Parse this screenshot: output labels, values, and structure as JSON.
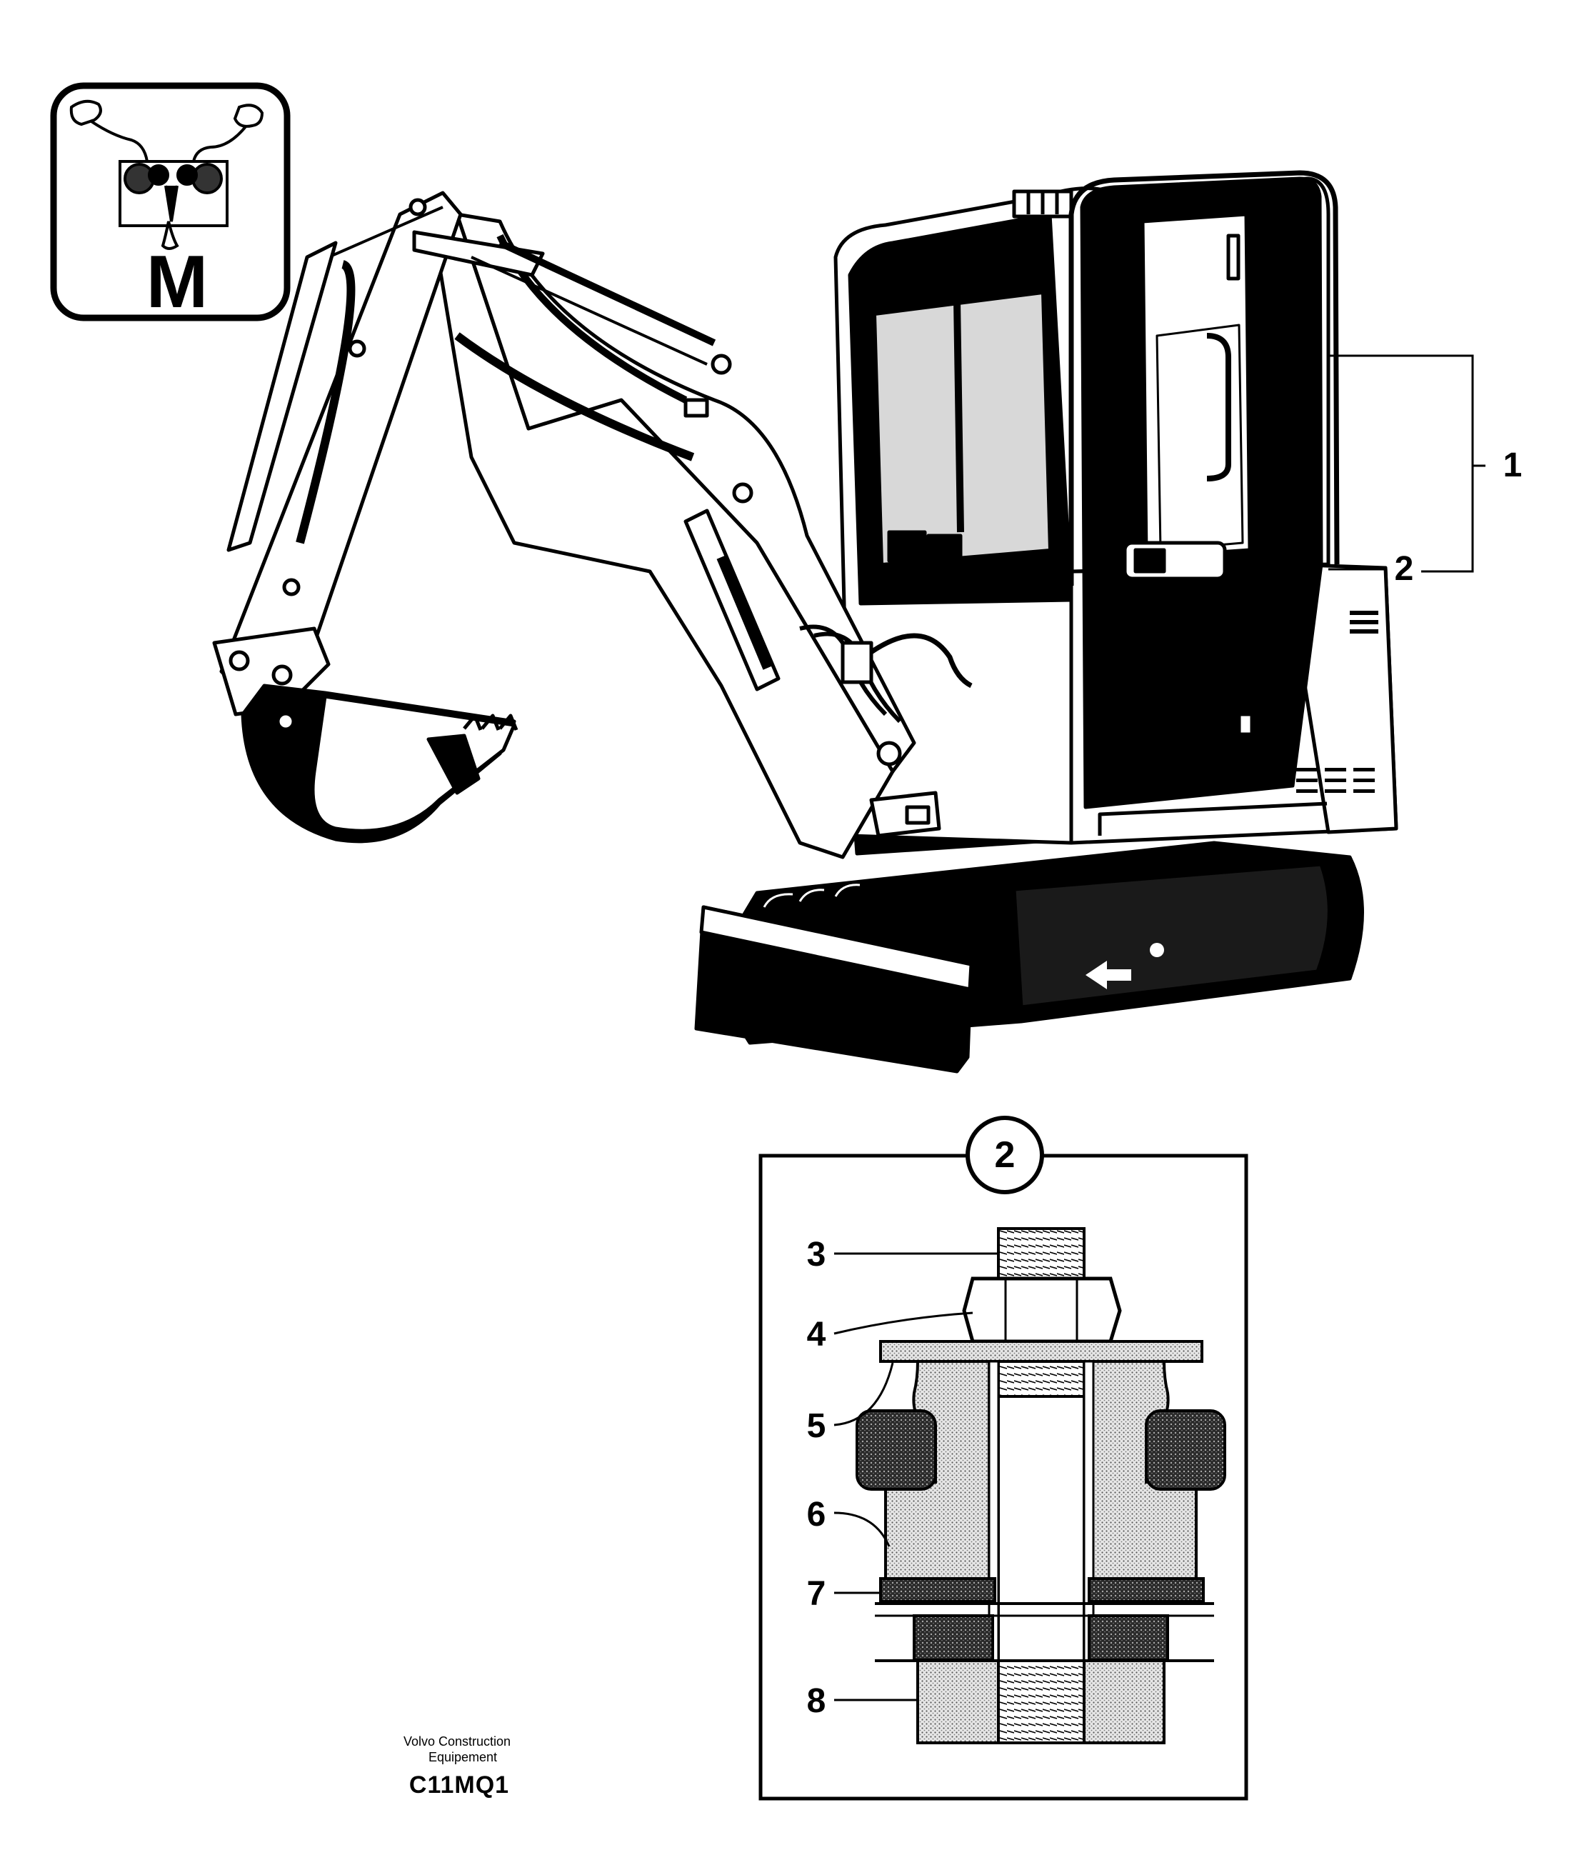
{
  "badge": {
    "letter": "M"
  },
  "callouts": {
    "c1": "1",
    "c2": "2",
    "detail_marker": "2",
    "c3": "3",
    "c4": "4",
    "c5": "5",
    "c6": "6",
    "c7": "7",
    "c8": "8"
  },
  "credit": {
    "line1": "Volvo Construction",
    "line2": "Equipement",
    "code": "C11MQ1"
  },
  "colors": {
    "ink": "#000000",
    "paper": "#ffffff",
    "stipple": "#c9c9c9",
    "dark_stipple": "#3a3a3a"
  }
}
